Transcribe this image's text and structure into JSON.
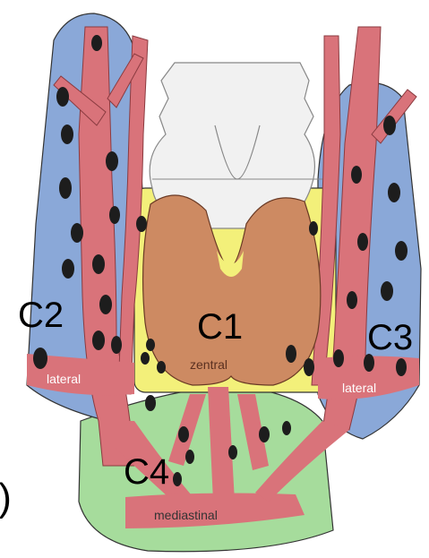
{
  "compartments": [
    {
      "id": "C1",
      "label": "C1",
      "sublabel": "zentral"
    },
    {
      "id": "C2",
      "label": "C2",
      "sublabel": "lateral"
    },
    {
      "id": "C3",
      "label": "C3",
      "sublabel": "lateral"
    },
    {
      "id": "C4",
      "label": "C4",
      "sublabel": "mediastinal"
    }
  ],
  "panel_marker": "I)",
  "colors": {
    "lateral_region": "#8aa8d8",
    "central_region": "#f3f07a",
    "mediastinal_region": "#a6dc9c",
    "vessels": "#d9737a",
    "thyroid": "#cd8a62",
    "larynx": "#f1f1f1",
    "lymph_nodes": "#1d1d1d"
  }
}
